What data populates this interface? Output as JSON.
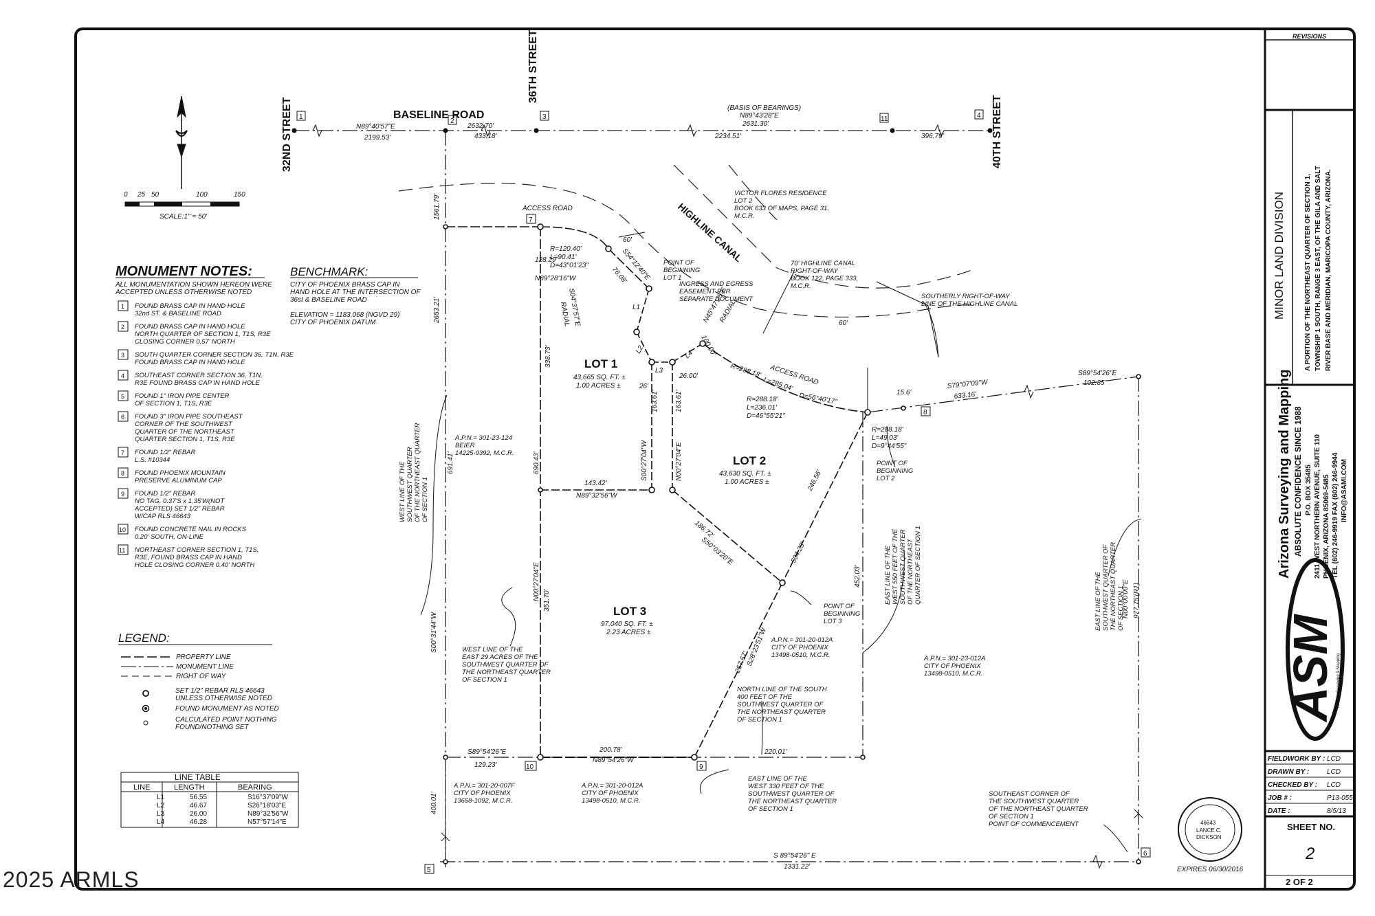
{
  "streets": {
    "s32": "32ND STREET",
    "s36": "36TH STREET",
    "s40": "40TH STREET",
    "baseline": "BASELINE ROAD"
  },
  "top_dims": {
    "d1_brg": "N89°40'57\"E",
    "d1_len": "2199.53'",
    "d2_len": "2632.70'",
    "d2b": "433.18'",
    "basis_title": "(BASIS OF BEARINGS)",
    "basis_brg": "N89°43'28\"E",
    "basis_len": "2631.30'",
    "d3": "2234.51'",
    "d4": "396.79'"
  },
  "scale": {
    "ticks": [
      "0",
      "25",
      "50",
      "100",
      "150"
    ],
    "label": "SCALE:1\" = 50'"
  },
  "monument_notes": {
    "title": "MONUMENT NOTES:",
    "intro": [
      "ALL MONUMENTATION SHOWN HEREON WERE",
      "ACCEPTED UNLESS OTHERWISE NOTED"
    ],
    "items": [
      {
        "n": "1",
        "lines": [
          "FOUND BRASS CAP IN HAND HOLE",
          "32nd ST. & BASELINE ROAD"
        ]
      },
      {
        "n": "2",
        "lines": [
          "FOUND BRASS CAP IN HAND HOLE",
          "NORTH QUARTER OF SECTION 1, T1S, R3E",
          "CLOSING CORNER 0.57' NORTH"
        ]
      },
      {
        "n": "3",
        "lines": [
          "SOUTH QUARTER CORNER SECTION 36, T1N, R3E",
          "FOUND BRASS CAP IN HAND HOLE"
        ]
      },
      {
        "n": "4",
        "lines": [
          "SOUTHEAST CORNER SECTION 36, T1N,",
          "R3E FOUND BRASS CAP IN HAND HOLE"
        ]
      },
      {
        "n": "5",
        "lines": [
          "FOUND 1\" IRON PIPE CENTER",
          "OF SECTION 1, T1S, R3E"
        ]
      },
      {
        "n": "6",
        "lines": [
          "FOUND 3\" IRON PIPE SOUTHEAST",
          "CORNER OF THE SOUTHWEST",
          "QUARTER OF THE NORTHEAST",
          "QUARTER SECTION 1, T1S, R3E"
        ]
      },
      {
        "n": "7",
        "lines": [
          "FOUND 1/2\" REBAR",
          "L.S. #10344"
        ]
      },
      {
        "n": "8",
        "lines": [
          "FOUND PHOENIX MOUNTAIN",
          "PRESERVE ALUMINUM CAP"
        ]
      },
      {
        "n": "9",
        "lines": [
          "FOUND 1/2\" REBAR",
          "NO TAG, 0.37'S x 1.35'W(NOT",
          "ACCEPTED) SET 1/2\" REBAR",
          "W/CAP RLS 46643"
        ]
      },
      {
        "n": "10",
        "lines": [
          "FOUND CONCRETE NAIL IN ROCKS",
          "0.20' SOUTH, ON-LINE"
        ]
      },
      {
        "n": "11",
        "lines": [
          "NORTHEAST CORNER SECTION 1, T1S,",
          "R3E, FOUND BRASS CAP IN HAND",
          "HOLE CLOSING CORNER 0.40' NORTH"
        ]
      }
    ]
  },
  "benchmark": {
    "title": "BENCHMARK:",
    "lines": [
      "CITY OF PHOENIX BRASS CAP IN",
      "HAND HOLE AT THE INTERSECTION OF",
      "36st & BASELINE ROAD",
      "",
      "ELEVATION = 1183.068 (NGVD 29)",
      "CITY OF PHOENIX DATUM"
    ]
  },
  "legend": {
    "title": "LEGEND:",
    "lines": [
      "PROPERTY LINE",
      "MONUMENT LINE",
      "RIGHT OF WAY"
    ],
    "symbols": [
      [
        "SET 1/2\" REBAR RLS 46643",
        "UNLESS OTHERWISE NOTED"
      ],
      [
        "FOUND MONUMENT AS NOTED"
      ],
      [
        "CALCULATED POINT NOTHING",
        "FOUND/NOTHING SET"
      ]
    ]
  },
  "line_table": {
    "title": "LINE TABLE",
    "headers": [
      "LINE",
      "LENGTH",
      "BEARING"
    ],
    "rows": [
      [
        "L1",
        "56.55",
        "S16°37'09\"W"
      ],
      [
        "L2",
        "46.67",
        "S26°18'03\"E"
      ],
      [
        "L3",
        "26.00",
        "N89°32'56\"W"
      ],
      [
        "L4",
        "46.28",
        "N57°57'14\"E"
      ]
    ]
  },
  "lots": {
    "lot1": {
      "name": "LOT 1",
      "sqft": "43,665 SQ. FT. ±",
      "acres": "1.00 ACRES ±"
    },
    "lot2": {
      "name": "LOT 2",
      "sqft": "43,630 SQ. FT. ±",
      "acres": "1.00 ACRES ±"
    },
    "lot3": {
      "name": "LOT 3",
      "sqft": "97,040 SQ. FT. ±",
      "acres": "2.23 ACRES ±"
    }
  },
  "labels": {
    "access_road": "ACCESS ROAD",
    "access_road2": "ACCESS ROAD",
    "highline": "HIGHLINE CANAL",
    "victor": [
      "VICTOR FLORES RESIDENCE",
      "LOT 2",
      "BOOK 633 OF MAPS, PAGE 31,",
      "M.C.R."
    ],
    "row70": [
      "70' HIGHLINE CANAL",
      "RIGHT-OF-WAY",
      "BOOK 122, PAGE 333,",
      "M.C.R."
    ],
    "southerly": [
      "SOUTHERLY RIGHT-OF-WAY",
      "LINE OF THE HIGHLINE CANAL"
    ],
    "pob1": [
      "POINT OF",
      "BEGINNING",
      "LOT 1"
    ],
    "pob2": [
      "POINT OF",
      "BEGINNING",
      "LOT 2"
    ],
    "pob3": [
      "POINT OF",
      "BEGINNING",
      "LOT 3"
    ],
    "ingress": [
      "INGRESS AND EGRESS",
      "EASEMENT PER",
      "SEPARATE DOCUMENT"
    ],
    "apn124": [
      "A.P.N.= 301-23-124",
      "BEIER",
      "14225-0392, M.C.R."
    ],
    "apn012a_mid": [
      "A.P.N.= 301-20-012A",
      "CITY OF PHOENIX",
      "13498-0510, M.C.R."
    ],
    "apn23012a": [
      "A.P.N.= 301-23-012A",
      "CITY OF PHOENIX",
      "13498-0510, M.C.R."
    ],
    "apn007f": [
      "A.P.N.= 301-20-007F",
      "CITY OF PHOENIX",
      "13658-1092, M.C.R."
    ],
    "apn012a_bot": [
      "A.P.N.= 301-20-012A",
      "CITY OF PHOENIX",
      "13498-0510, M.C.R."
    ],
    "west_sw": [
      "WEST LINE OF THE",
      "SOUTHWEST QUARTER",
      "OF THE NORTHEAST QUARTER",
      "OF SECTION 1"
    ],
    "west29": [
      "WEST LINE OF THE",
      "EAST 29 ACRES OF THE",
      "SOUTHWEST QUARTER OF",
      "THE NORTHEAST QUARTER",
      "OF SECTION 1"
    ],
    "north400": [
      "NORTH LINE OF THE SOUTH",
      "400 FEET OF THE",
      "SOUTHWEST QUARTER OF",
      "THE NORTHEAST QUARTER",
      "OF SECTION 1"
    ],
    "east330": [
      "EAST LINE OF THE",
      "WEST 330 FEET OF THE",
      "SOUTHWEST QUARTER OF",
      "THE NORTHEAST QUARTER",
      "OF SECTION 1"
    ],
    "east550": [
      "EAST LINE OF THE",
      "WEST 550 FEET OF THE",
      "SOUTHWEST QUARTER",
      "OF THE NORTHEAST",
      "QUARTER OF SECTION 1"
    ],
    "east_sw": [
      "EAST LINE OF THE",
      "SOUTHWEST QUARTER OF",
      "THE NORTHEAST QUARTER",
      "OF SECTION 1"
    ],
    "se_corner": [
      "SOUTHEAST CORNER OF",
      "THE SOUTHWEST QUARTER",
      "OF THE NORTHEAST QUARTER",
      "OF SECTION 1",
      "POINT OF COMMENCEMENT"
    ]
  },
  "dims": {
    "n892816": "N89°28'16\"W",
    "d12829": "128.29'",
    "curve1": [
      "R=120.40'",
      "L=90.41'",
      "D=43°01'23\""
    ],
    "s541240": "S54°12'40\"E",
    "d7608": "76.08'",
    "s043757": "S04°37'57\"E",
    "radial": "RADIAL",
    "n454725": "N45°47'25\"E",
    "radial2": "RADIAL",
    "d10000": "100.00'",
    "d60a": "60'",
    "d60b": "60'",
    "r28818a": "R=288.18'",
    "l28504": "L=285.04'",
    "d56": "D=56°40'17\"",
    "curve2": [
      "R=288.18'",
      "L=236.01'",
      "D=46°55'21\""
    ],
    "curve3": [
      "R=288.18'",
      "L=49.03'",
      "D=9°44'55\""
    ],
    "d26a": "26'",
    "d2600": "26.00'",
    "l1": "L1",
    "l2": "L2",
    "l3": "L3",
    "l4": "L4",
    "d156": "15.6'",
    "s790709": "S79°07'09\"W",
    "d63316": "633.16'",
    "s895426a": "S89°54'26\"E",
    "d10285": "102.85'",
    "d15179": "1561.79'",
    "d265321": "2653.21'",
    "d33873": "338.73'",
    "d69043": "690.43'",
    "s002704": "S00°27'04\"W",
    "d16361a": "163.61'",
    "n002704": "N00°27'04\"E",
    "d16361b": "163.61'",
    "d14342": "143.42'",
    "n893256": "N89°32'56\"W",
    "d18672": "186.72'",
    "s500320": "S50°03'20\"E",
    "d24656": "246.56'",
    "d50423": "504.23'",
    "n002704b": "N00°27'04\"E",
    "d35170": "351.70'",
    "d45203": "452.03'",
    "d69141": "691.41'",
    "s003144": "S00°31'44\"W",
    "d25767": "257.67'",
    "s282351": "S28°23'51\"W",
    "n000000": "N00°00'00\"E",
    "d97775": "977.75'(R1)",
    "s895426b": "S89°54'26\"E",
    "d12923": "129.23'",
    "d20078": "200.78'",
    "n895426": "N89°54'26\"W",
    "d22001": "220.01'",
    "d40001": "400.01'",
    "s895426c": "S 89°54'26\" E",
    "d133122": "1331.22'"
  },
  "title_block": {
    "revisions": "REVISIONS",
    "title": "MINOR LAND DIVISION",
    "description": [
      "A PORTION OF THE NORTHEAST QUARTER OF SECTION 1,",
      "TOWNSHIP 1 SOUTH, RANGE 3 EAST, OF THE GILA AND SALT",
      "RIVER BASE AND MERIDIAN, MARICOPA COUNTY, ARIZONA."
    ],
    "company": "Arizona Surveying and Mapping",
    "tagline": "ABSOLUTE CONFIDENCE SINCE 1988",
    "address": [
      "P.O. BOX 35485",
      "2411 WEST NORTHERN AVENUE, SUITE 110",
      "PHOENIX, ARIZONA 85069-5485",
      "TEL (602) 246-9919 FAX (602) 246-9944",
      "INFO@ASAMI.COM"
    ],
    "logo": "ASM",
    "logo_sub": "Arizona Surveying & Mapping",
    "fields": [
      {
        "label": "FIELDWORK BY :",
        "value": "LCD"
      },
      {
        "label": "DRAWN BY :",
        "value": "LCD"
      },
      {
        "label": "CHECKED BY :",
        "value": "LCD"
      },
      {
        "label": "JOB # :",
        "value": "P13-055"
      },
      {
        "label": "DATE :",
        "value": "8/5/13"
      }
    ],
    "sheet_label": "SHEET NO.",
    "sheet_no": "2",
    "sheet_of": "2   OF   2"
  },
  "seal": {
    "lines": [
      "46643",
      "LANCE C.",
      "DICKSON"
    ],
    "expires": "EXPIRES 06/30/2016"
  },
  "watermark": "2025 ARMLS"
}
